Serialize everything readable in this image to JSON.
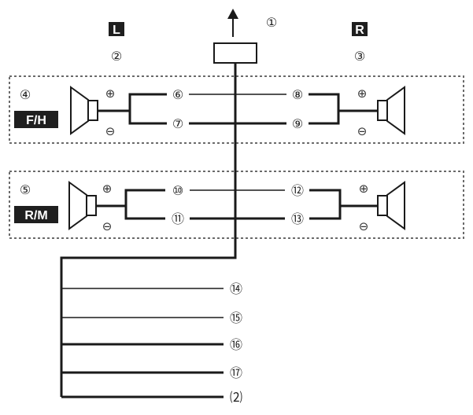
{
  "labels": {
    "left": "L",
    "right": "R",
    "front": "F/H",
    "rear": "R/M",
    "plus": "⊕",
    "minus": "⊖"
  },
  "markers": {
    "m1": "①",
    "m2": "②",
    "m3": "③",
    "m4": "④",
    "m5": "⑤",
    "m6": "⑥",
    "m7": "⑦",
    "m8": "⑧",
    "m9": "⑨",
    "m10": "⑩",
    "m11": "⑪",
    "m12": "⑫",
    "m13": "⑬",
    "m14": "⑭",
    "m15": "⑮",
    "m16": "⑯",
    "m17": "⑰",
    "m22": "⑵"
  },
  "colors": {
    "line": "#1a1a1a",
    "dash": "#6a6a6a",
    "tag_bg": "#1f1f1f"
  }
}
